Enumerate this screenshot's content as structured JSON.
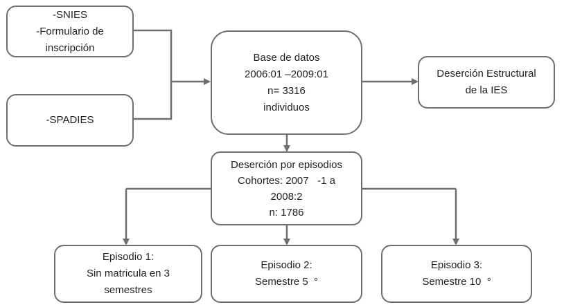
{
  "nodes": {
    "sources_a": {
      "lines": [
        "-SNIES",
        "-Formulario de",
        "inscripción"
      ]
    },
    "sources_b": {
      "lines": [
        "-SPADIES"
      ]
    },
    "database": {
      "lines": [
        "Base de datos",
        "2006:01 –2009:01",
        "n= 3316",
        "individuos"
      ]
    },
    "structural": {
      "lines": [
        "Deserción Estructural",
        "de la IES"
      ]
    },
    "episodes": {
      "lines": [
        "Deserción por episodios",
        "Cohortes: 2007   -1 a",
        "2008:2",
        "n: 1786"
      ]
    },
    "episode1": {
      "lines": [
        "Episodio 1:",
        "Sin matricula en 3",
        "semestres"
      ]
    },
    "episode2": {
      "lines": [
        "Episodio 2:",
        "Semestre 5  °"
      ]
    },
    "episode3": {
      "lines": [
        "Episodio 3:",
        "Semestre 10  °"
      ]
    }
  },
  "colors": {
    "stroke": "#6f6f6f",
    "text": "#222222"
  }
}
